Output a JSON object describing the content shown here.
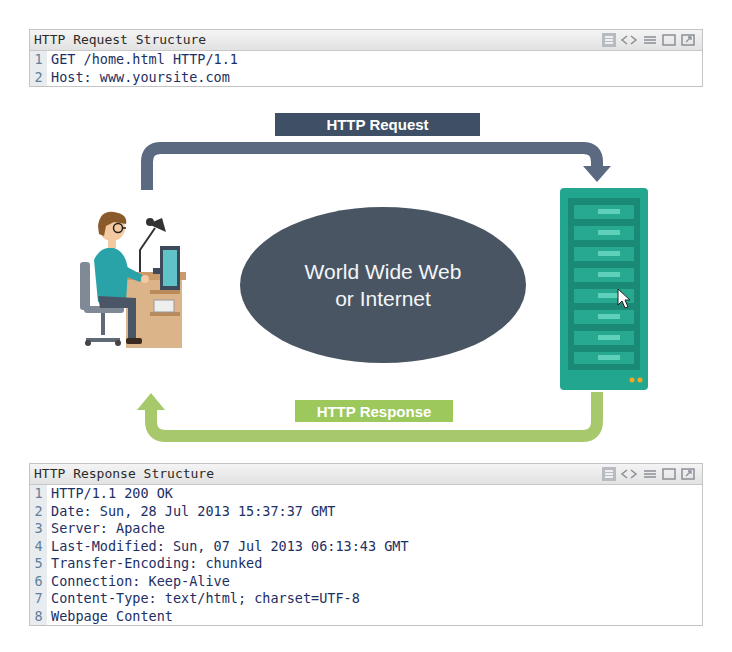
{
  "diagram": {
    "nodes": [
      {
        "text": [
          "HTTP Request Structure",
          "1",
          "GET /home.html HTTP/1.1",
          "2",
          "Host: www.yoursite.com"
        ]
      },
      {
        "text": [
          "HTTP Request"
        ]
      },
      {
        "text": [
          "World Wide Web or Internet"
        ]
      },
      {
        "text": [
          "HTTP Response"
        ]
      },
      {
        "text": [
          "HTTP Response Structure",
          "1",
          "HTTP/1.1 200 OK",
          "2",
          "Date: Sun, 28 Jul 2013 15:37:37 GMT",
          "3",
          "Server: Apache",
          "4",
          "Last-Modified: Sun, 07 Jul 2013 06:13:43 GMT",
          "5",
          "Transfer-Encoding: chunked",
          "6",
          "Connection: Keep-Alive",
          "7",
          "Content-Type: text/html; charset=UTF-8",
          "8",
          "Webpage Content"
        ]
      }
    ]
  }
}
